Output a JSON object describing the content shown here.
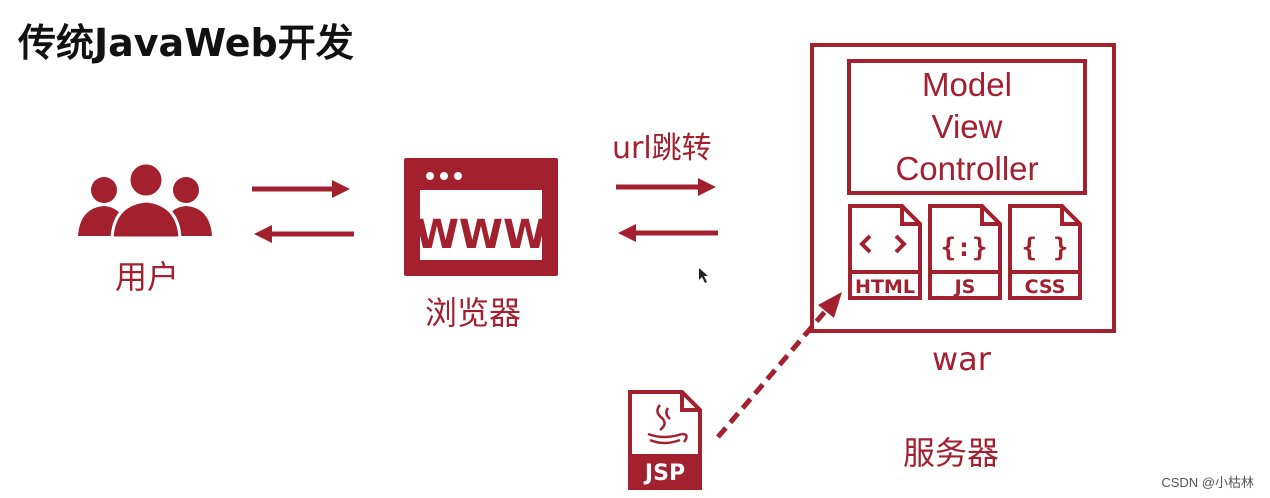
{
  "title": "传统JavaWeb开发",
  "labels": {
    "user": "用户",
    "browser": "浏览器",
    "url_jump": "url跳转",
    "war": "war",
    "server": "服务器"
  },
  "browser_icon_text": "WWW",
  "mvc": {
    "line1": "Model",
    "line2": "View",
    "line3": "Controller"
  },
  "files": {
    "html": "HTML",
    "js": "JS",
    "css": "CSS",
    "jsp": "JSP"
  },
  "watermark": "CSDN @小枯林",
  "colors": {
    "accent": "#a3202f",
    "title": "#111111"
  },
  "icons": [
    "users-icon",
    "browser-www-icon",
    "html-file-icon",
    "js-file-icon",
    "css-file-icon",
    "jsp-file-icon",
    "java-coffee-icon",
    "mouse-cursor-icon"
  ]
}
